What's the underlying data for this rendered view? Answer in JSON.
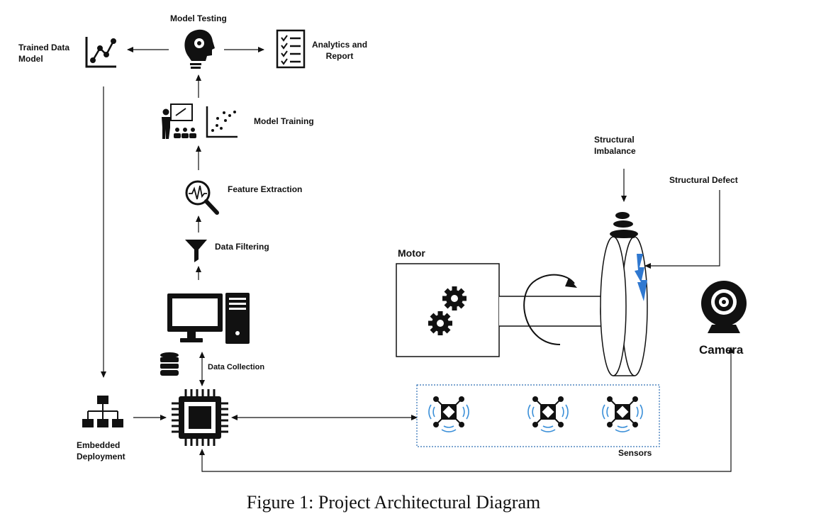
{
  "labels": {
    "model_testing": "Model Testing",
    "trained_data_model": "Trained Data\nModel",
    "analytics_report": "Analytics and\nReport",
    "model_training": "Model Training",
    "feature_extraction": "Feature Extraction",
    "data_filtering": "Data Filtering",
    "data_collection": "Data Collection",
    "embedded_deployment": "Embedded\nDeployment",
    "motor": "Motor",
    "sensors": "Sensors",
    "camera": "Camera",
    "structural_imbalance": "Structural\nImbalance",
    "structural_defect": "Structural Defect"
  },
  "caption": "Figure 1: Project Architectural Diagram",
  "colors": {
    "ink": "#111111",
    "sensor_wave": "#3a8fd8",
    "sensor_box_border": "#2e6fb5",
    "lightning": "#2f78d0"
  },
  "icons": [
    "line-chart-icon",
    "head-gear-icon",
    "checklist-icon",
    "presenter-icon",
    "scatter-plot-icon",
    "magnifier-waveform-icon",
    "funnel-icon",
    "desktop-computer-icon",
    "database-icon",
    "microchip-icon",
    "hierarchy-icon",
    "gears-icon",
    "stacked-stones-icon",
    "lightning-icon",
    "webcam-icon",
    "sensor-icon"
  ]
}
